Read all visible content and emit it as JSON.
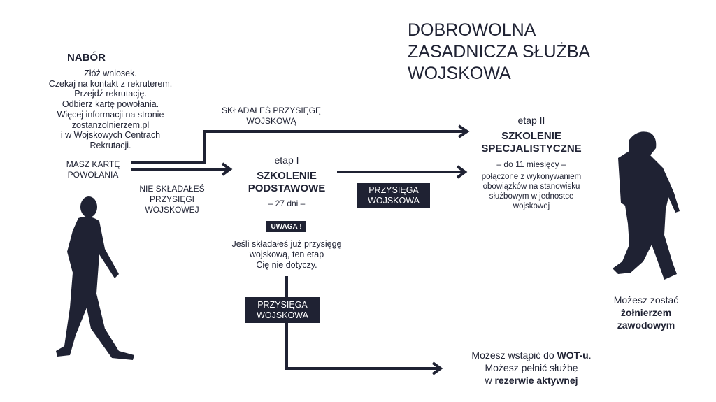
{
  "title": [
    "DOBROWOLNA",
    "ZASADNICZA SŁUŻBA",
    "WOJSKOWA"
  ],
  "nabor": {
    "heading": "NABÓR",
    "lines": [
      "Złóż wniosek.",
      "Czekaj na kontakt z rekruterem.",
      "Przejdź rekrutację.",
      "Odbierz kartę powołania.",
      "Więcej informacji na stronie",
      "zostanzolnierzem.pl",
      "i w Wojskowych Centrach",
      "Rekrutacji."
    ]
  },
  "masz_karte": [
    "MASZ KARTĘ",
    "POWOŁANIA"
  ],
  "skladales": [
    "SKŁADAŁEŚ PRZYSIĘGĘ",
    "WOJSKOWĄ"
  ],
  "nie_skladales": [
    "NIE SKŁADAŁEŚ",
    "PRZYSIĘGI",
    "WOJSKOWEJ"
  ],
  "etap1": {
    "label": "etap I",
    "name": [
      "SZKOLENIE",
      "PODSTAWOWE"
    ],
    "duration": "– 27 dni –",
    "warning_badge": "UWAGA !",
    "note": [
      "Jeśli składałeś już przysięgę",
      "wojskową, ten etap",
      "Cię nie dotyczy."
    ]
  },
  "oath_box": [
    "PRZYSIĘGA",
    "WOJSKOWA"
  ],
  "etap2": {
    "label": "etap II",
    "name": [
      "SZKOLENIE",
      "SPECJALISTYCZNE"
    ],
    "duration": "– do 11 miesięcy –",
    "description": [
      "połączone z wykonywaniem",
      "obowiązków na stanowisku",
      "służbowym w jednostce",
      "wojskowej"
    ]
  },
  "outcome_soldier": {
    "line1": "Możesz zostać",
    "line2": "żołnierzem",
    "line3": "zawodowym"
  },
  "outcome_wot": {
    "line1_pre": "Możesz wstąpić do ",
    "line1_bold": "WOT-u",
    "line1_post": ".",
    "line2": "Możesz pełnić służbę",
    "line3_pre": "w ",
    "line3_bold": "rezerwie aktywnej"
  },
  "colors": {
    "navy": "#1f2233",
    "background": "#ffffff"
  }
}
